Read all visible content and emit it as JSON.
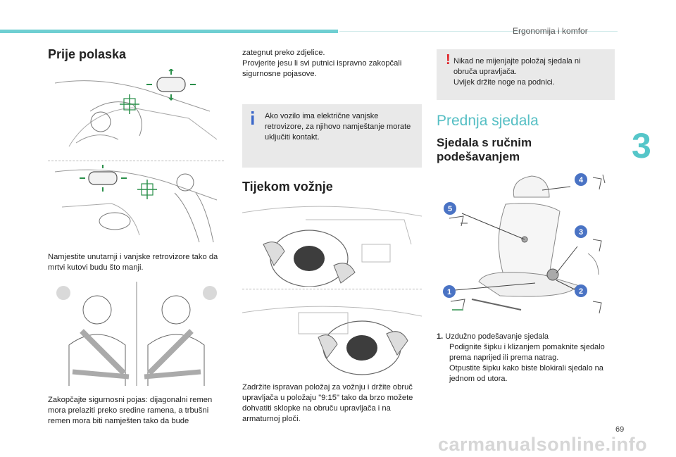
{
  "header": {
    "section_title": "Ergonomija i komfor",
    "chapter_number": "3",
    "page_number": "69"
  },
  "col1": {
    "heading": "Prije polaska",
    "mirror_text": "Namjestite unutarnji i vanjske retrovizore tako da mrtvi kutovi budu što manji.",
    "belt_text": "Zakopčajte sigurnosni pojas: dijagonalni remen mora prelaziti preko sredine ramena, a trbušni remen mora biti namješten tako da bude"
  },
  "col2": {
    "continuation": "zategnut preko zdjelice.",
    "passenger_text": "Provjerite jesu li svi putnici ispravno zakopčali sigurnosne pojasove.",
    "info_box": "Ako vozilo ima električne vanjske retrovizore, za njihovo namještanje morate uključiti kontakt.",
    "heading": "Tijekom vožnje",
    "driving_text": "Zadržite ispravan položaj za vožnju i držite obruč upravljača u položaju \"9:15\" tako da brzo možete dohvatiti sklopke na obruču upravljača i na armaturnoj ploči."
  },
  "col3": {
    "warning_line1": "Nikad ne mijenjajte položaj sjedala ni obruča upravljača.",
    "warning_line2": "Uvijek držite noge na podnici.",
    "section_title": "Prednja sjedala",
    "subsection_title": "Sjedala s ručnim podešavanjem",
    "seat_labels": [
      "1",
      "2",
      "3",
      "4",
      "5"
    ],
    "item_number": "1.",
    "item_title": "Uzdužno podešavanje sjedala",
    "bullet_mark": "",
    "bullets": [
      "Podignite šipku i klizanjem pomaknite sjedalo prema naprijed ili prema natrag.",
      "Otpustite šipku kako biste blokirali sjedalo na jednom od utora."
    ]
  },
  "footer": {
    "watermark": "carmanualsonline.info"
  },
  "colors": {
    "accent": "#55c6c9",
    "warning": "#e0252a",
    "info": "#3a67c9",
    "badge": "#4a73c4",
    "adjust_arrow": "#2a8f4a"
  }
}
